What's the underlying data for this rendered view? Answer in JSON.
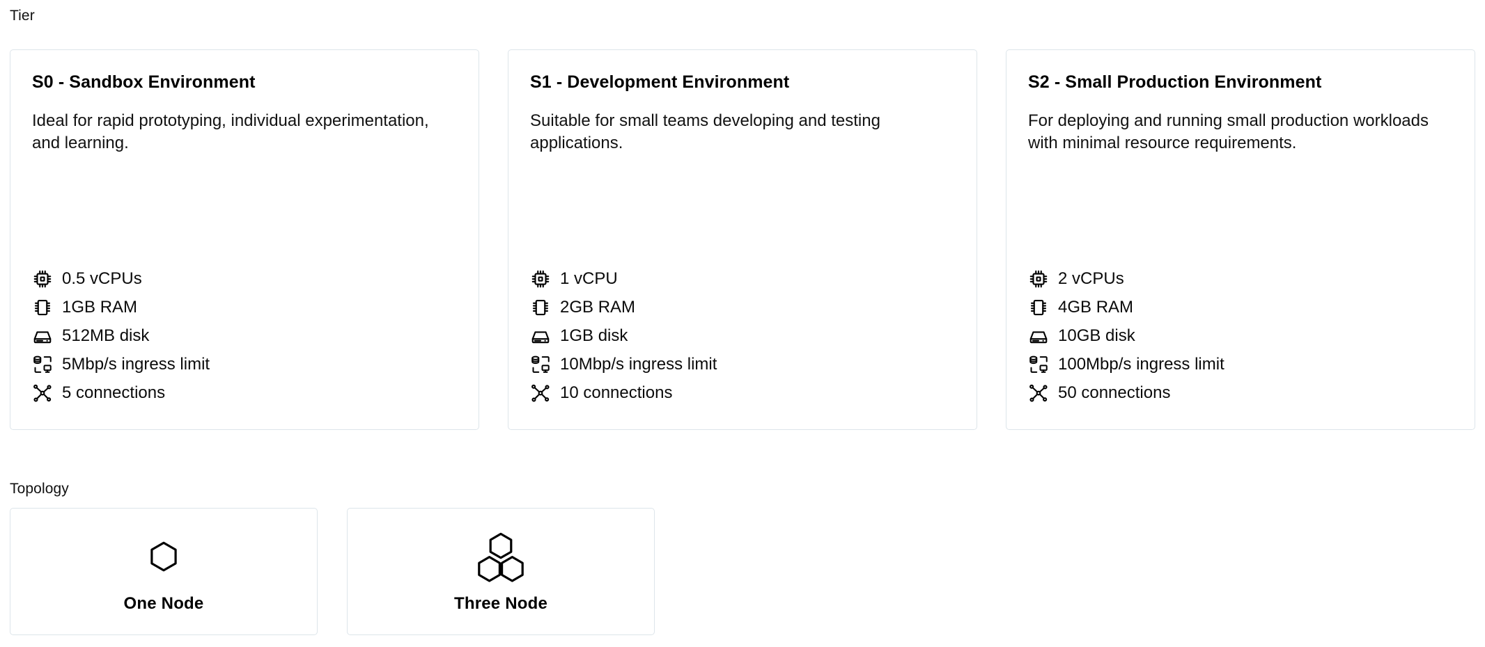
{
  "sections": {
    "tier": {
      "label": "Tier"
    },
    "topology": {
      "label": "Topology"
    }
  },
  "colors": {
    "card_border": "#dde5ea",
    "background": "#ffffff",
    "text": "#000000",
    "icon_stroke": "#000000"
  },
  "tiers": [
    {
      "id": "s0",
      "title": "S0 - Sandbox Environment",
      "description": "Ideal for rapid prototyping, individual experimentation, and learning.",
      "specs": [
        {
          "icon": "cpu-icon",
          "text": "0.5 vCPUs"
        },
        {
          "icon": "memory-icon",
          "text": "1GB RAM"
        },
        {
          "icon": "disk-icon",
          "text": "512MB disk"
        },
        {
          "icon": "network-ingress-icon",
          "text": "5Mbp/s ingress limit"
        },
        {
          "icon": "connections-icon",
          "text": "5 connections"
        }
      ]
    },
    {
      "id": "s1",
      "title": "S1 - Development Environment",
      "description": "Suitable for small teams developing and testing applications.",
      "specs": [
        {
          "icon": "cpu-icon",
          "text": "1 vCPU"
        },
        {
          "icon": "memory-icon",
          "text": "2GB RAM"
        },
        {
          "icon": "disk-icon",
          "text": "1GB disk"
        },
        {
          "icon": "network-ingress-icon",
          "text": "10Mbp/s ingress limit"
        },
        {
          "icon": "connections-icon",
          "text": "10 connections"
        }
      ]
    },
    {
      "id": "s2",
      "title": "S2 - Small Production Environment",
      "description": "For deploying and running small production workloads with minimal resource requirements.",
      "specs": [
        {
          "icon": "cpu-icon",
          "text": "2 vCPUs"
        },
        {
          "icon": "memory-icon",
          "text": "4GB RAM"
        },
        {
          "icon": "disk-icon",
          "text": "10GB disk"
        },
        {
          "icon": "network-ingress-icon",
          "text": "100Mbp/s ingress limit"
        },
        {
          "icon": "connections-icon",
          "text": "50 connections"
        }
      ]
    }
  ],
  "topologies": [
    {
      "id": "one-node",
      "label": "One Node",
      "icon": "single-hexagon-icon",
      "nodes": 1
    },
    {
      "id": "three-node",
      "label": "Three Node",
      "icon": "triple-hexagon-icon",
      "nodes": 3
    }
  ]
}
